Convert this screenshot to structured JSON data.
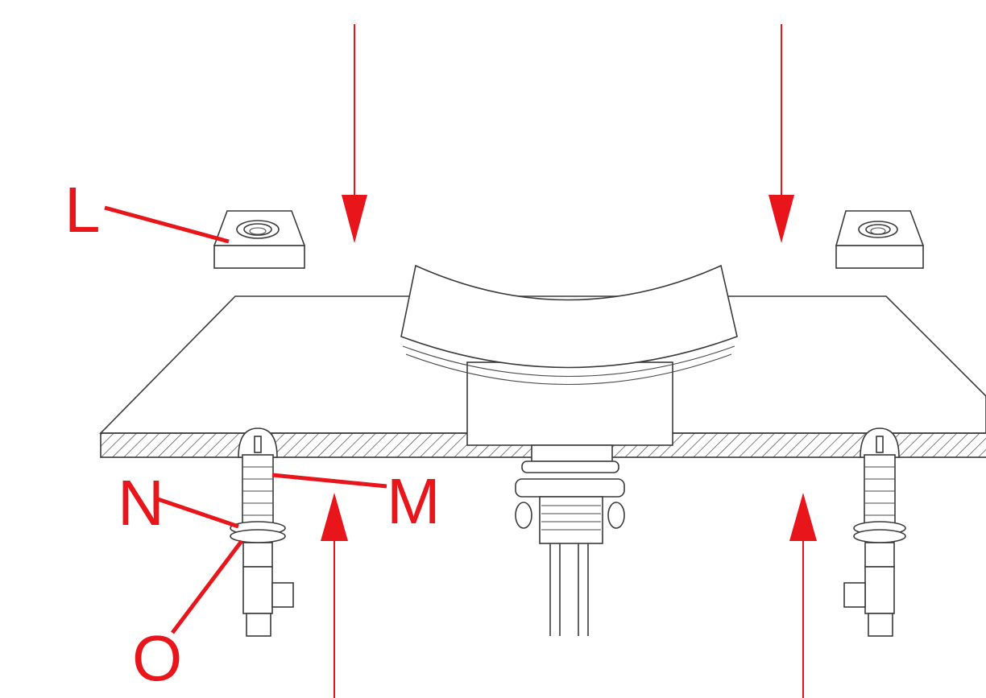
{
  "diagram": {
    "accent_color": "#e8151b",
    "line_color": "#3a3a3a",
    "callouts": {
      "L": "L",
      "M": "M",
      "N": "N",
      "O": "O"
    },
    "arrows": [
      {
        "id": "down-left",
        "direction": "down"
      },
      {
        "id": "down-right",
        "direction": "down"
      },
      {
        "id": "up-left",
        "direction": "up"
      },
      {
        "id": "up-right",
        "direction": "up"
      }
    ],
    "icons": [
      "escutcheon-plate-left",
      "escutcheon-plate-right",
      "spout",
      "countertop",
      "valve-left",
      "valve-right",
      "spout-shank"
    ]
  }
}
